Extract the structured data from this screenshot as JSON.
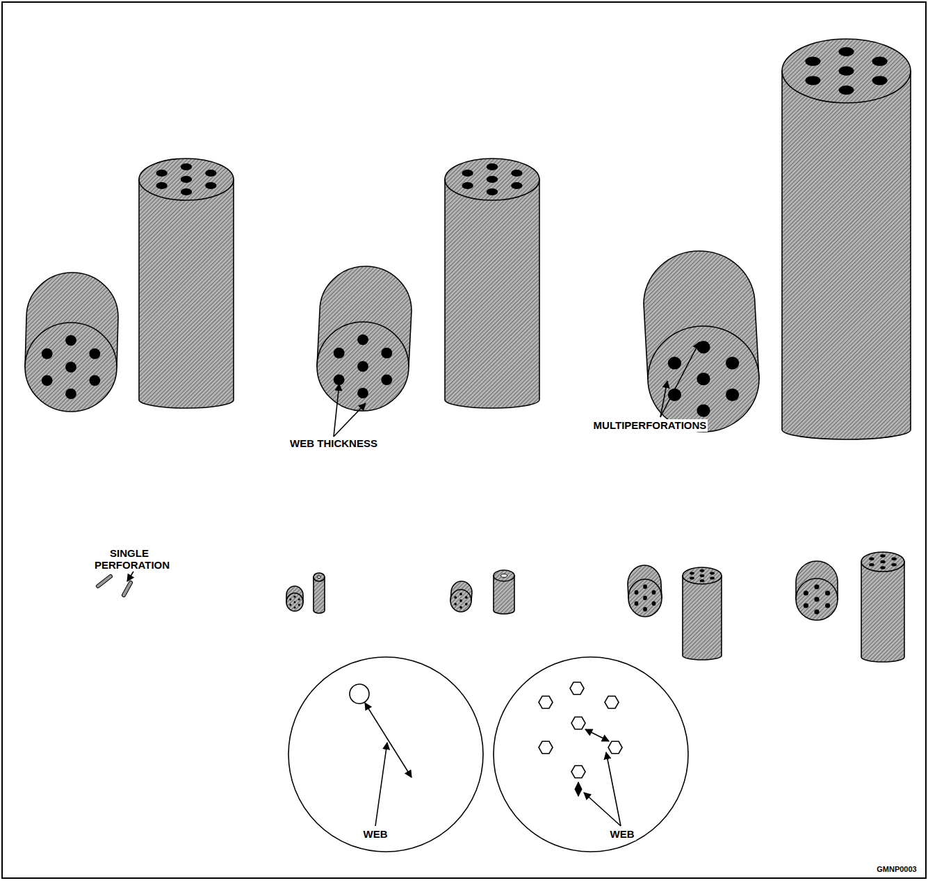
{
  "diagram": {
    "labels": [
      "WEB THICKNESS",
      "MULTIPERFORATIONS",
      "SINGLE PERFORATION",
      "WEB",
      "WEB",
      "GMNP0003"
    ]
  }
}
